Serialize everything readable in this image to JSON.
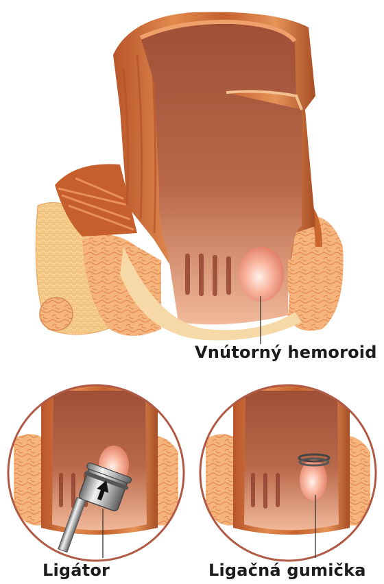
{
  "labels": {
    "internal_hemorrhoid": "Vnútorný hemoroid",
    "ligator": "Ligátor",
    "rubber_band": "Ligačná gumička"
  },
  "colors": {
    "muscle_dark": "#a84e25",
    "muscle_mid": "#c9652f",
    "muscle_light": "#e08a4c",
    "lumen": "#c06b45",
    "fat": "#f3b27a",
    "fat_cells": "#e28f55",
    "mucosa_pale": "#f6d9a6",
    "hemorrhoid": "#f7a795",
    "circle_border": "#b05a45",
    "band": "#555555"
  },
  "icons": [
    "rectum-cross-section",
    "hemorrhoid",
    "ligator-device",
    "arrow-up-icon",
    "rubber-band"
  ]
}
